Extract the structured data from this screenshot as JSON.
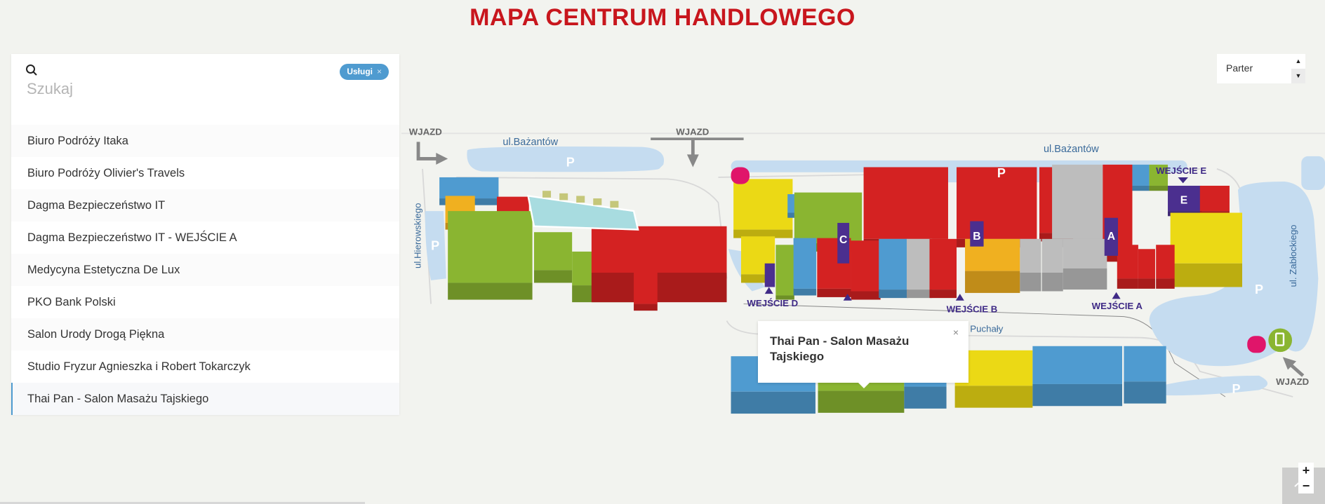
{
  "title": "MAPA CENTRUM HANDLOWEGO",
  "search": {
    "placeholder": "Szukaj",
    "filter_chip": "Usługi",
    "chip_close": "×"
  },
  "list": [
    "Biuro Podróży Itaka",
    "Biuro Podróży Olivier's Travels",
    "Dagma Bezpieczeństwo IT",
    "Dagma Bezpieczeństwo IT - WEJŚCIE A",
    "Medycyna Estetyczna De Lux",
    "PKO Bank Polski",
    "Salon Urody Drogą Piękna",
    "Studio Fryzur Agnieszka i Robert Tokarczyk",
    "Thai Pan - Salon Masażu Tajskiego"
  ],
  "selected_index": 8,
  "floor": {
    "value": "Parter"
  },
  "popup": {
    "title": "Thai Pan - Salon Masażu Tajskiego",
    "close": "×"
  },
  "zoom": {
    "in": "+",
    "out": "−"
  },
  "map": {
    "wjazd": "WJAZD",
    "street_bazantow": "ul.Bażantów",
    "street_hierowskiego": "ul.Hierowskiego",
    "street_zablockiego": "ul. Zabłockiego",
    "street_puchaly": "Puchały",
    "parking": "P",
    "entrances": {
      "e": "WEJŚCIE E",
      "a": "WEJŚCIE A",
      "b": "WEJŚCIE B",
      "d": "WEJŚCIE D"
    },
    "letters": {
      "a": "A",
      "b": "B",
      "c": "C",
      "e": "E"
    }
  },
  "colors": {
    "red": "#d42222",
    "green": "#8ab531",
    "blue": "#4f9bd0",
    "yellow": "#ebd915",
    "orange": "#f0b020",
    "grey": "#bdbdbd",
    "purple": "#4b2f8f",
    "parking": "#c5dcf0",
    "title": "#c8161d"
  }
}
